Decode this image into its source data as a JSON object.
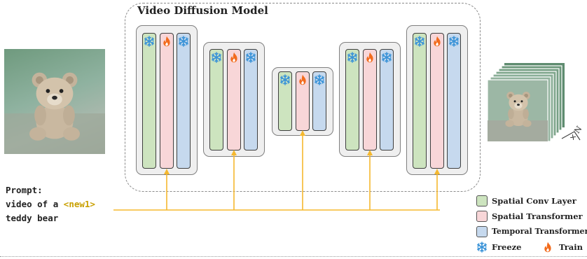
{
  "model": {
    "title": "Video Diffusion Model"
  },
  "prompt": {
    "label": "Prompt:",
    "line2_prefix": "video of a ",
    "token": "<new1>",
    "line3": "teddy bear"
  },
  "output": {
    "multiplier": "× N"
  },
  "legend": {
    "spatial_conv": "Spatial Conv Layer",
    "spatial_transformer": "Spatial Transformer",
    "temporal_transformer": "Temporal Transformer",
    "freeze": "Freeze",
    "train": "Train"
  },
  "icons": {
    "freeze": "snowflake-icon",
    "train": "flame-icon"
  },
  "colors": {
    "spatial_conv": "#cde4bf",
    "spatial_transformer": "#f8d6d8",
    "temporal_transformer": "#c6d9ee",
    "freeze": "#3a93d8",
    "train": "#f26b1d",
    "conditioning_line": "#f5b82e"
  }
}
